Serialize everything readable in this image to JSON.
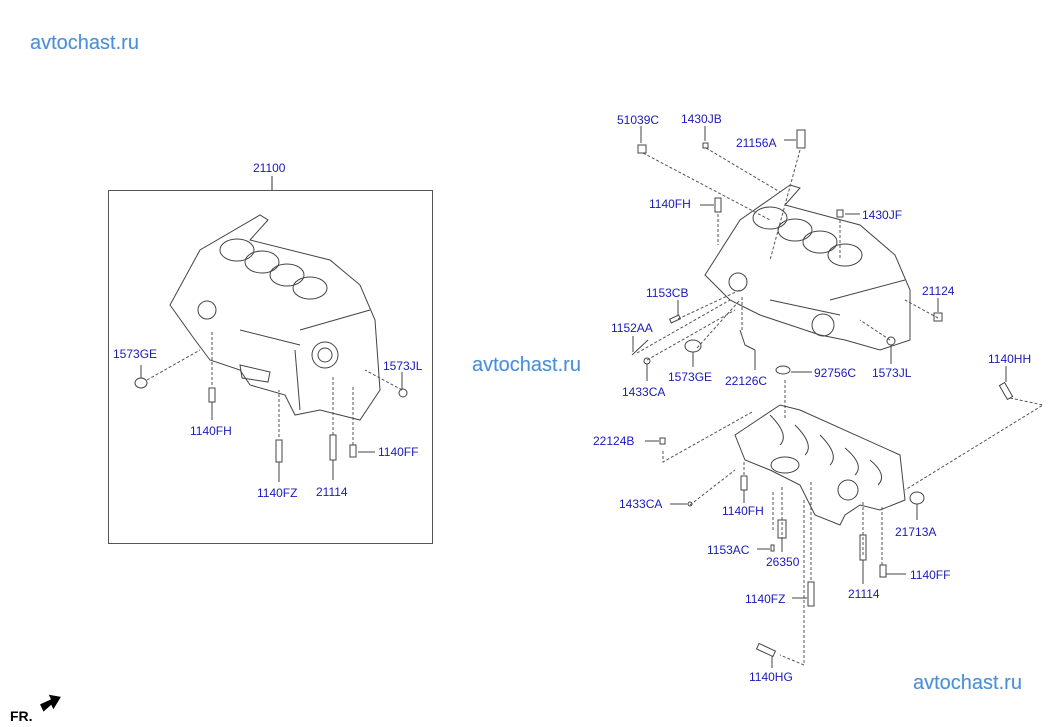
{
  "watermarks": [
    "avtochast.ru",
    "avtochast.ru",
    "avtochast.ru"
  ],
  "direction_label": "FR.",
  "assembly": {
    "label": "21100",
    "callouts": [
      "1573GE",
      "1573JL",
      "1140FH",
      "1140FZ",
      "21114",
      "1140FF"
    ]
  },
  "exploded": {
    "upper_callouts": [
      "51039C",
      "1430JB",
      "21156A",
      "1140FH",
      "1430JF",
      "1153CB",
      "21124",
      "1152AA",
      "1573GE",
      "22126C",
      "92756C",
      "1573JL",
      "1433CA",
      "1140HH"
    ],
    "lower_callouts": [
      "22124B",
      "1433CA",
      "1140FH",
      "21713A",
      "1153AC",
      "26350",
      "1140FF",
      "21114",
      "1140FZ",
      "1140HG"
    ]
  },
  "colors": {
    "label": "#1a1ab8",
    "watermark": "#4a8fd8",
    "line": "#333333"
  }
}
